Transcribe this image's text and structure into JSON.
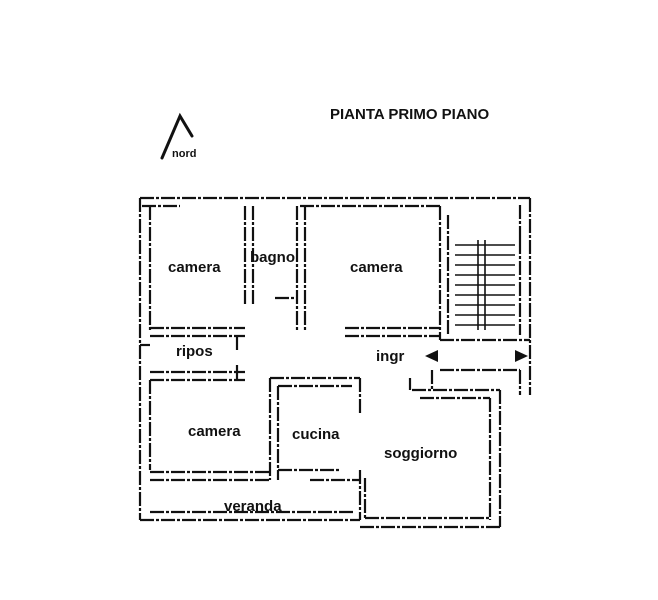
{
  "title": "PIANTA PRIMO PIANO",
  "north": {
    "label": "nord",
    "icon": "north-arrow-icon"
  },
  "rooms": [
    {
      "id": "camera-nw",
      "label": "camera"
    },
    {
      "id": "bagno",
      "label": "bagno"
    },
    {
      "id": "camera-ne",
      "label": "camera"
    },
    {
      "id": "ripos",
      "label": "ripos"
    },
    {
      "id": "ingr",
      "label": "ingr"
    },
    {
      "id": "camera-sw",
      "label": "camera"
    },
    {
      "id": "cucina",
      "label": "cucina"
    },
    {
      "id": "soggiorno",
      "label": "soggiorno"
    },
    {
      "id": "veranda",
      "label": "veranda"
    }
  ],
  "colors": {
    "wall": "#111111",
    "background": "#ffffff"
  }
}
